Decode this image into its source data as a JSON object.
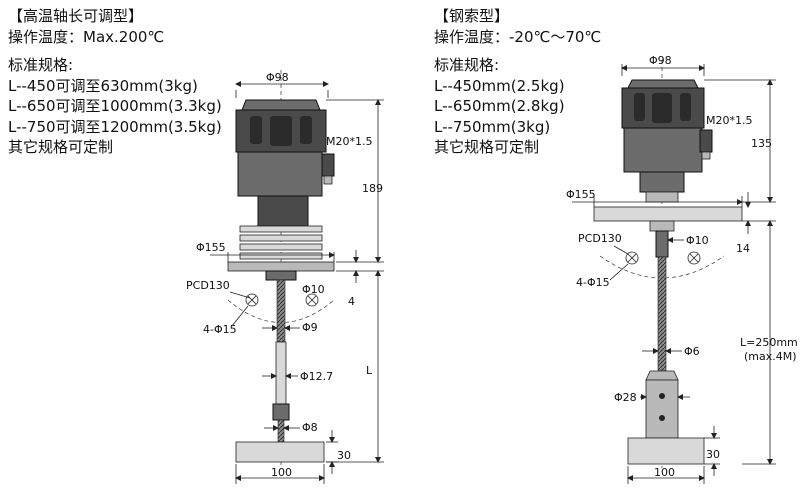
{
  "left": {
    "title": "【高温轴长可调型】",
    "temp": "操作温度：Max.200℃",
    "spec_heading": "标准规格:",
    "specs": [
      "L--450可调至630mm(3kg)",
      "L--650可调至1000mm(3.3kg)",
      "L--750可调至1200mm(3.5kg)"
    ],
    "custom": "其它规格可定制",
    "dims": {
      "d98": "Φ98",
      "m20": "M20*1.5",
      "h189": "189",
      "d155": "Φ155",
      "pcd": "PCD130",
      "d10": "Φ10",
      "t4": "4",
      "holes": "4-Φ15",
      "d9": "Φ9",
      "len": "L",
      "d127": "Φ12.7",
      "d8": "Φ8",
      "h30": "30",
      "w100": "100"
    }
  },
  "right": {
    "title": "【钢索型】",
    "temp": "操作温度：-20℃～70℃",
    "spec_heading": "标准规格:",
    "specs": [
      "L--450mm(2.5kg)",
      "L--650mm(2.8kg)",
      "L--750mm(3kg)"
    ],
    "custom": "其它规格可定制",
    "dims": {
      "d98": "Φ98",
      "m20": "M20*1.5",
      "h135": "135",
      "d155": "Φ155",
      "pcd": "PCD130",
      "d10": "Φ10",
      "t14": "14",
      "holes": "4-Φ15",
      "len": "L=250mm",
      "len_max": "(max.4M)",
      "d6": "Φ6",
      "d28": "Φ28",
      "h30": "30",
      "w100": "100"
    }
  }
}
